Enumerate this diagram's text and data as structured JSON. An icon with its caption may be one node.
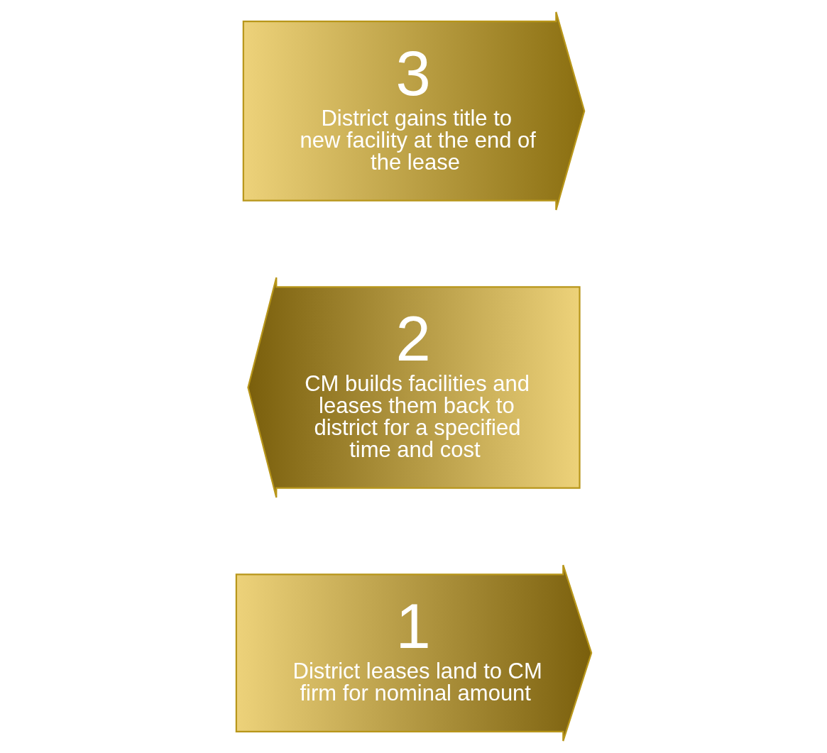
{
  "diagram": {
    "nodes": [
      {
        "text": [
          "1",
          "District leases land to CM firm for nominal amount"
        ]
      },
      {
        "text": [
          "2",
          "CM builds facilities and leases them back to district for a specified time and cost"
        ]
      },
      {
        "text": [
          "3",
          "District gains title to new facility at the end of the lease"
        ]
      }
    ]
  }
}
